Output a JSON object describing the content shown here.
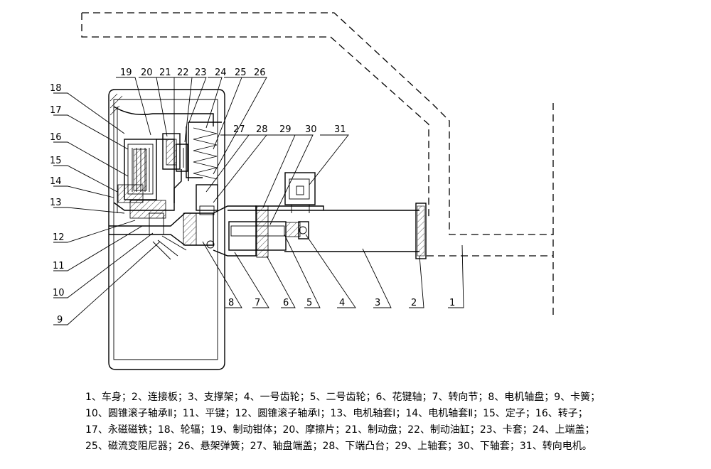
{
  "part_numbers": [
    "1",
    "2",
    "3",
    "4",
    "5",
    "6",
    "7",
    "8",
    "9",
    "10",
    "11",
    "12",
    "13",
    "14",
    "15",
    "16",
    "17",
    "18",
    "19",
    "20",
    "21",
    "22",
    "23",
    "24",
    "25",
    "26",
    "27",
    "28",
    "29",
    "30",
    "31"
  ],
  "legend_lines": [
    "1、车身；2、连接板；3、支撑架；4、一号齿轮；5、二号齿轮；6、花键轴；7、转向节；8、电机轴盘；9、卡簧；",
    "10、圆锥滚子轴承Ⅱ；11、平键；12、圆锥滚子轴承Ⅰ；13、电机轴套Ⅰ；14、电机轴套Ⅱ；15、定子；16、转子；",
    "17、永磁磁铁；18、轮辐；19、制动钳体；20、摩擦片；21、制动盘；22、制动油缸；23、卡套；24、上端盖；",
    "25、磁流变阻尼器；26、悬架弹簧；27、轴盘端盖；28、下端凸台；29、上轴套；30、下轴套；31、转向电机。"
  ]
}
